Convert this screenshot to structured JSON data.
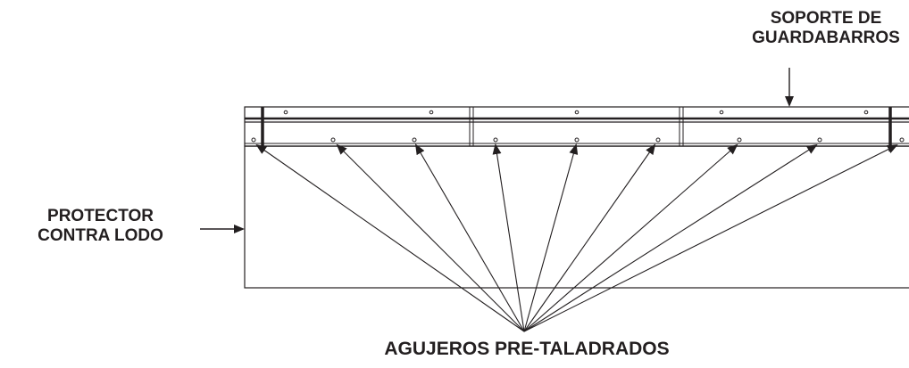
{
  "labels": {
    "fender_bracket": [
      "SOPORTE DE",
      "GUARDABARROS"
    ],
    "mud_flap": [
      "PROTECTOR",
      "CONTRA LODO"
    ],
    "predrilled_holes": "AGUJEROS PRE-TALADRADOS"
  },
  "colors": {
    "ink": "#231f20",
    "background": "#ffffff"
  }
}
